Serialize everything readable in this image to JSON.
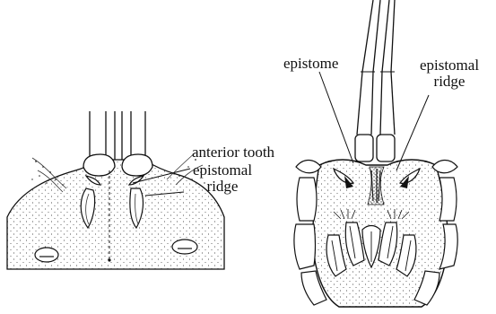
{
  "labels": {
    "anterior_tooth": "anterior tooth",
    "epistomal_ridge_left_line1": "epistomal",
    "epistomal_ridge_left_line2": "ridge",
    "epistome": "epistome",
    "epistomal_ridge_right_line1": "epistomal",
    "epistomal_ridge_right_line2": "ridge"
  }
}
